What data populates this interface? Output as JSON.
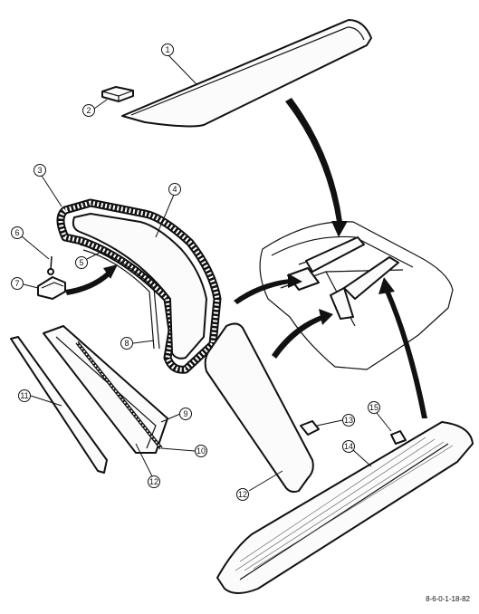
{
  "figure_code": "8-6-0-1-18-82",
  "callouts": {
    "c1": "1",
    "c2": "2",
    "c3": "3",
    "c4": "4",
    "c5": "5",
    "c6": "6",
    "c7": "7",
    "c8": "8",
    "c9": "9",
    "c10": "10",
    "c11": "11",
    "c12a": "12",
    "c12b": "12",
    "c13": "13",
    "c14": "14",
    "c15": "15"
  }
}
